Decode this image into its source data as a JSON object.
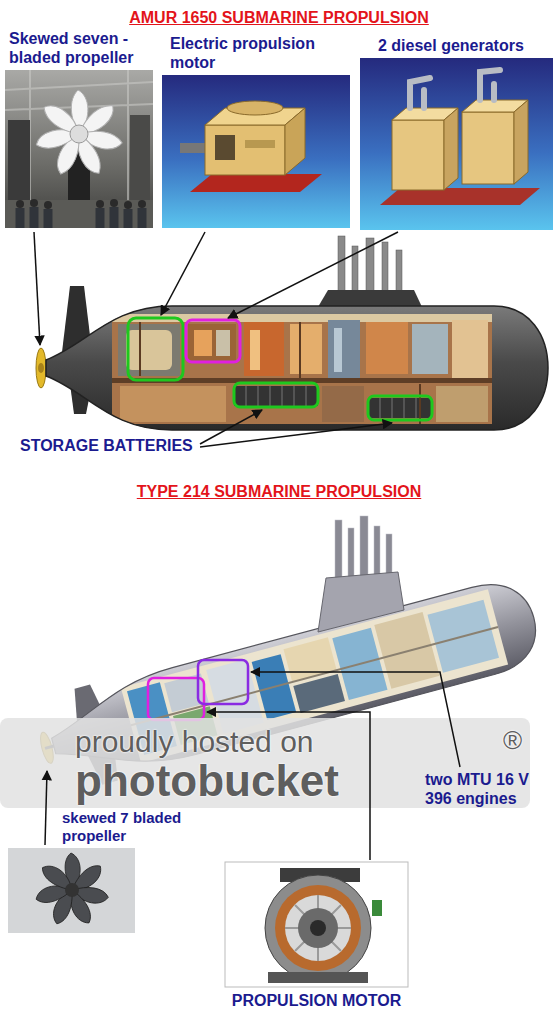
{
  "diagram": {
    "title": "AMUR 1650 SUBMARINE PROPULSION",
    "nodes": [
      {
        "text": [
          "Skewed seven -bladed propeller"
        ]
      },
      {
        "text": [
          "Electric propulsion motor"
        ]
      },
      {
        "text": [
          "2 diesel generators"
        ]
      },
      {
        "text": [
          "skewed 7 bladed propeller"
        ]
      },
      {
        "text": [
          "PROPULSION MOTOR"
        ]
      }
    ],
    "labels": [
      "STORAGE BATTERIES",
      "TYPE 214 SUBMARINE PROPULSION",
      "proudly hosted on",
      "®",
      "photobucket",
      "two MTU 16 V 396 engines"
    ]
  }
}
